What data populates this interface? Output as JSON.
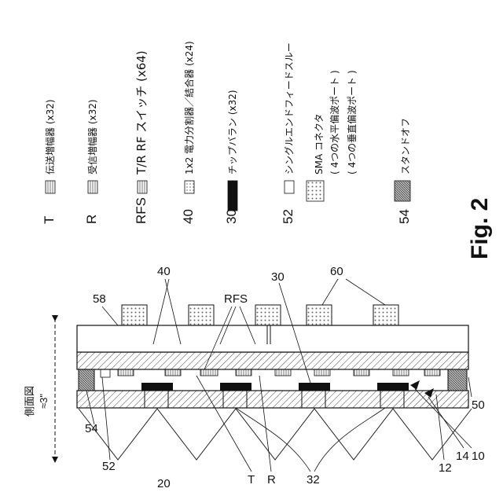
{
  "figure_label": "Fig. 2",
  "side_view": {
    "title": "側面図",
    "dimension": "≈3\""
  },
  "legend": [
    {
      "code": "T",
      "text": "伝送増幅器 (x32)",
      "swatch": "hatch-v"
    },
    {
      "code": "R",
      "text": "受信増幅器 (x32)",
      "swatch": "hatch-v"
    },
    {
      "code": "RFS",
      "text": "T/R RF スイッチ (x64)",
      "swatch": "hatch-v"
    },
    {
      "code": "40",
      "text": "1x2 電力分割器／結合器 (x24)",
      "swatch": "dots"
    },
    {
      "code": "30",
      "text": "チップバラン (x32)",
      "swatch": "solid"
    },
    {
      "code": "52",
      "text": "シングルエンドフィードスルー",
      "swatch": "blank"
    },
    {
      "code": "",
      "text": "SMA コネクタ",
      "swatch": "dots-large"
    },
    {
      "code": "",
      "text": "( 4つの水平偏波ポート )",
      "swatch": "none"
    },
    {
      "code": "",
      "text": "( 4つの垂直偏波ポート )",
      "swatch": "none"
    },
    {
      "code": "54",
      "text": "スタンドオフ",
      "swatch": "dense"
    }
  ],
  "callouts": {
    "c58": "58",
    "c40": "40",
    "c60": "60",
    "cRFS": "RFS",
    "c30": "30",
    "c54": "54",
    "c52": "52",
    "c20": "20",
    "cT": "T",
    "cR": "R",
    "c32": "32",
    "c12": "12",
    "c14": "14",
    "c10": "10",
    "c50": "50"
  }
}
